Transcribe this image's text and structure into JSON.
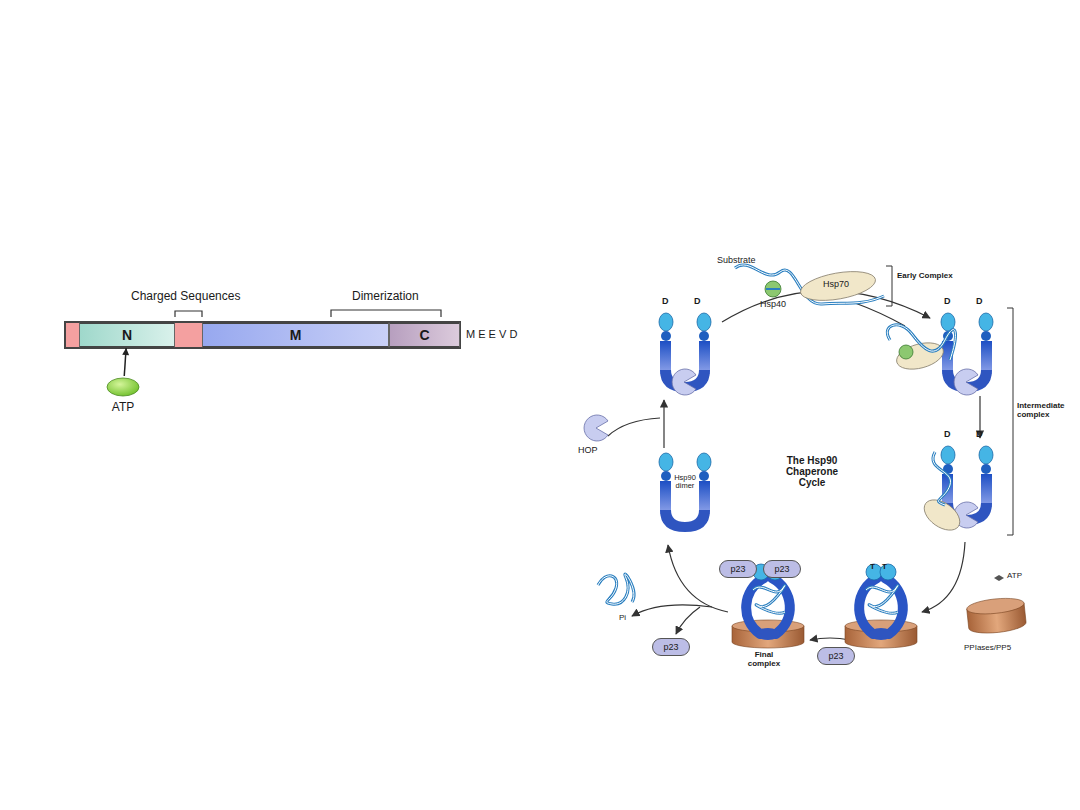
{
  "diagram": {
    "nodes": [
      {
        "text": [
          "N"
        ]
      },
      {
        "text": [
          "M"
        ]
      },
      {
        "text": [
          "C"
        ]
      },
      {
        "text": [
          "ATP"
        ]
      },
      {
        "text": [
          "p23"
        ]
      },
      {
        "text": [
          "p23"
        ]
      },
      {
        "text": [
          "p23"
        ]
      },
      {
        "text": [
          "p23"
        ]
      }
    ],
    "edges": [
      {
        "from": 3,
        "to": 0,
        "arrow": "to"
      }
    ],
    "labels": [
      "Charged Sequences",
      "Dimerization",
      "M E E V D",
      "Substrate",
      "Hsp70",
      "Hsp40",
      "Early Complex",
      "Intermediate complex",
      "The Hsp90 Chaperone Cycle",
      "HOP",
      "Hsp90 dimer",
      "ATP",
      "PPIases/PP5",
      "Pi",
      "Final complex",
      "D",
      "D",
      "D",
      "D",
      "D",
      "D",
      "T",
      "T"
    ]
  }
}
